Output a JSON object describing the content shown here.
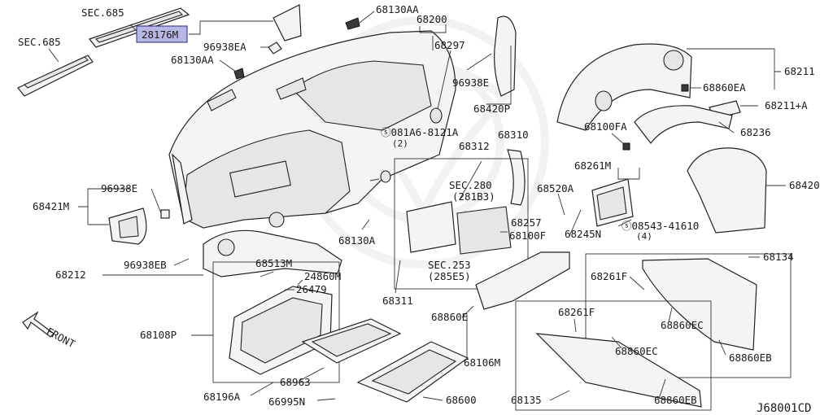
{
  "labels": {
    "sec685_a": "SEC.685",
    "sec685_b": "SEC.685",
    "p28176m": "28176M",
    "p96938ea": "96938EA",
    "p68130aa_top": "68130AA",
    "p68130aa_left": "68130AA",
    "p68200": "68200",
    "p68297": "68297",
    "p96938e_top": "96938E",
    "p68420p": "68420P",
    "p68211": "68211",
    "p68860ea": "68860EA",
    "p68211a": "68211+A",
    "p68100fa": "68100FA",
    "p68236": "68236",
    "p081a6": "ⓢ081A6-8121A",
    "p081a6_qty": "(2)",
    "p68310": "68310",
    "p68312": "68312",
    "sec280": "SEC.280",
    "sec280_sub": "(281B3)",
    "p68261m": "68261M",
    "p68420": "68420",
    "p96938e_left": "96938E",
    "p68421m": "68421M",
    "p68520a": "68520A",
    "p08543": "ⓢ08543-41610",
    "p08543_qty": "(4)",
    "p68257": "68257",
    "p68100f": "68100F",
    "p68245n": "68245N",
    "p68130a": "68130A",
    "sec253": "SEC.253",
    "sec253_sub": "(285E5)",
    "p68212": "68212",
    "p96938eb": "96938EB",
    "p68513m": "68513M",
    "p24860m": "24860M",
    "p26479": "26479",
    "p68311": "68311",
    "p68134": "68134",
    "p68261f_a": "68261F",
    "p68860ec_a": "68860EC",
    "p68860eb_a": "68860EB",
    "p68860e": "68860E",
    "p68108p": "68108P",
    "p68261f_b": "68261F",
    "p68860ec_b": "68860EC",
    "p68106m": "68106M",
    "p68963": "68963",
    "p68196a": "68196A",
    "p66995n": "66995N",
    "p68600": "68600",
    "p68135": "68135",
    "p68860eb_b": "68860EB",
    "front": "FRONT",
    "diagram_code": "J68001CD"
  },
  "colors": {
    "highlight_fill": "#b7b7e6",
    "highlight_stroke": "#2b2b7a"
  }
}
